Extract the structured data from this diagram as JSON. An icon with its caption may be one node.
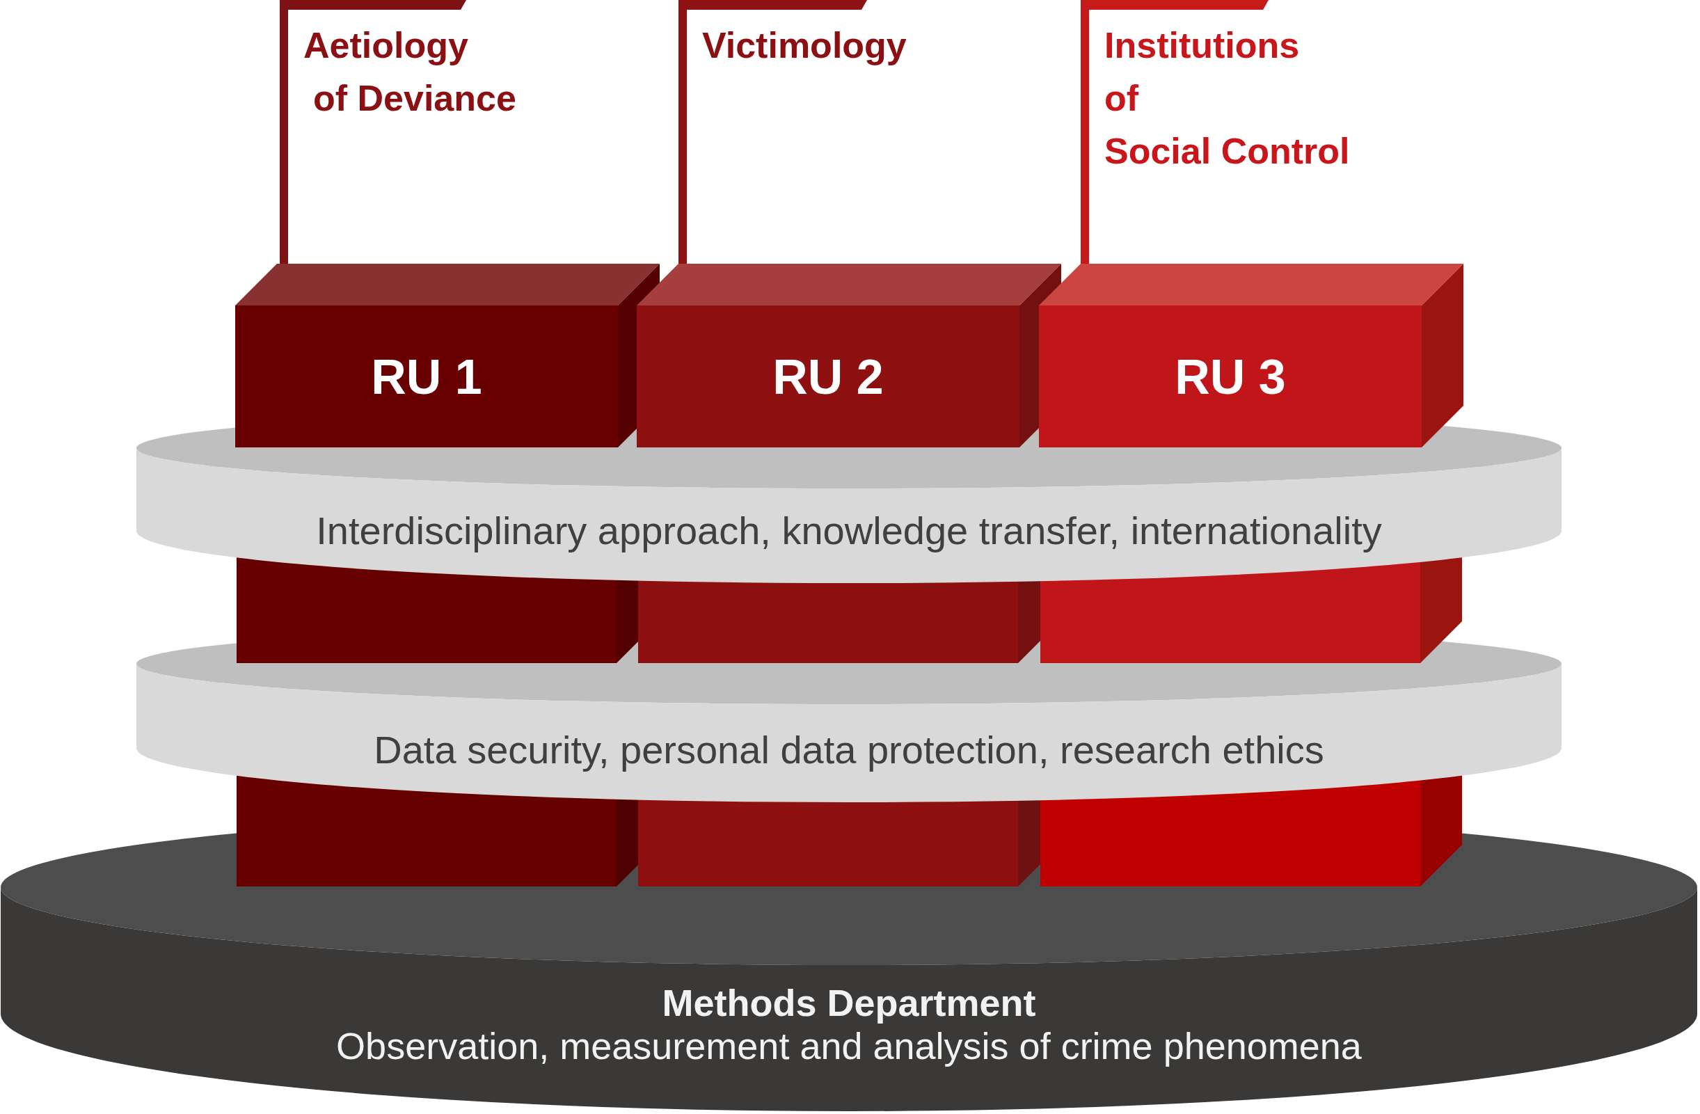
{
  "diagram": {
    "nodes": [
      {
        "text": [
          "Aetiology of Deviance"
        ]
      },
      {
        "text": [
          "Victimology"
        ]
      },
      {
        "text": [
          "Institutions of Social Control"
        ]
      },
      {
        "text": [
          "RU 1"
        ]
      },
      {
        "text": [
          "RU 2"
        ]
      },
      {
        "text": [
          "RU 3"
        ]
      },
      {
        "text": [
          "Interdisciplinary approach, knowledge transfer, internationality"
        ]
      },
      {
        "text": [
          "Data security, personal data protection, research ethics"
        ]
      },
      {
        "text": [
          "Methods Department",
          "Observation, measurement and analysis of crime phenomena"
        ]
      }
    ]
  }
}
